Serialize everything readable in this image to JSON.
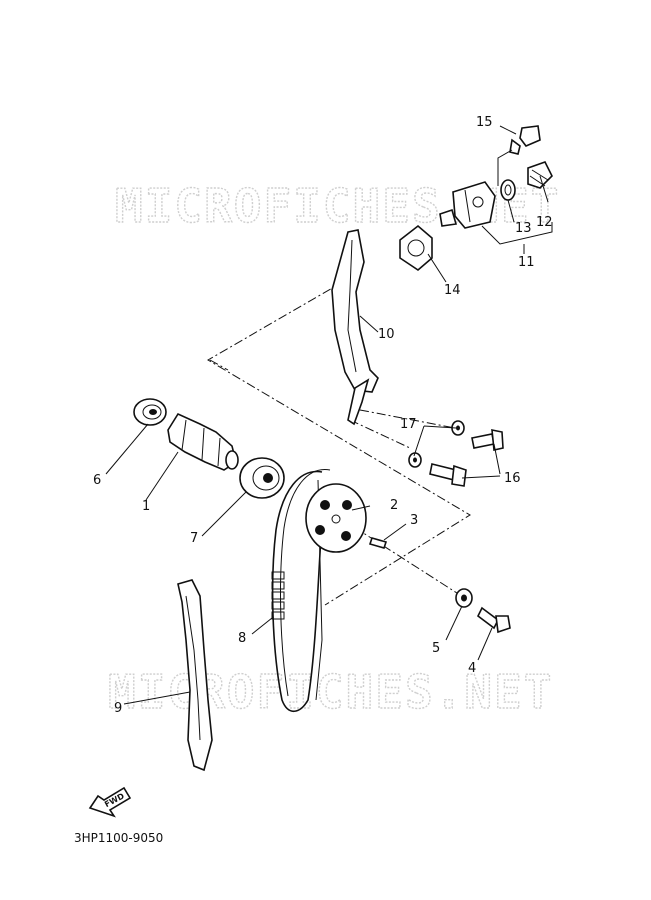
{
  "watermark": "MICROFICHES.NET",
  "diagram_code": "3HP1100-9050",
  "fwd_label": "FWD",
  "callouts": [
    "1",
    "2",
    "3",
    "4",
    "5",
    "6",
    "7",
    "8",
    "9",
    "10",
    "11",
    "12",
    "13",
    "14",
    "15",
    "16",
    "17"
  ]
}
